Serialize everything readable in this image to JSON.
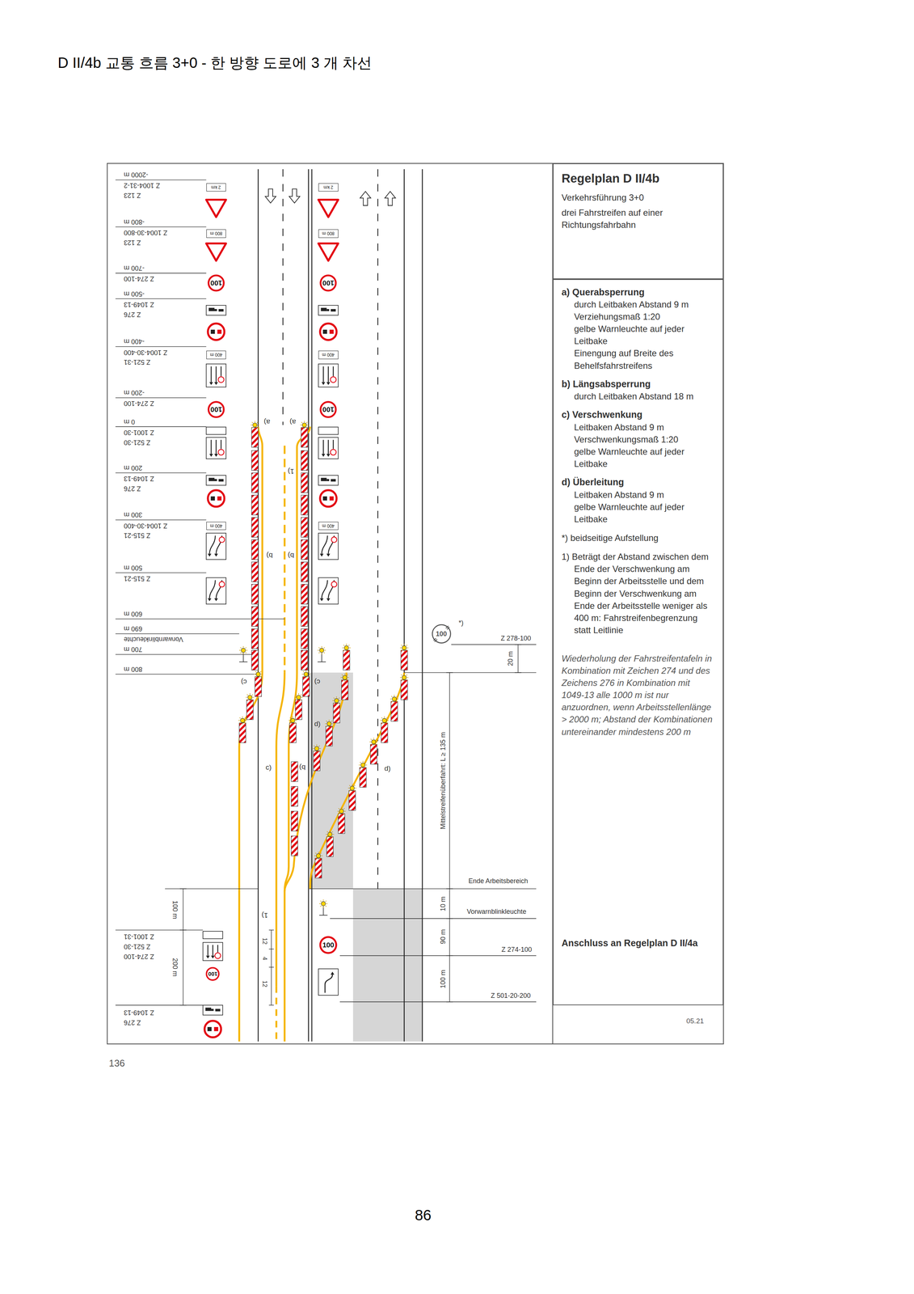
{
  "diagram": {
    "title": "D II/4b 교통 흐름 3+0 - 한 방향 도로에 3 개 차선",
    "nodes": [
      {
        "text": [
          "Regelplan D II/4b",
          "Verkehrsführung 3+0",
          "drei Fahrstreifen auf einer Richtungsfahrbahn"
        ]
      },
      {
        "text": [
          "a) Querabsperrung",
          "durch Leitbaken Abstand 9 m",
          "Verziehungsmaß 1:20",
          "gelbe Warnleuchte auf jeder Leitbake",
          "Einengung auf Breite des Behelfsfahrstreifens",
          "b) Längsabsperrung",
          "durch Leitbaken Abstand 18 m",
          "c) Verschwenkung",
          "Leitbaken Abstand 9 m",
          "Verschwenkungsmaß 1:20",
          "gelbe Warnleuchte auf jeder Leitbake",
          "d) Überleitung",
          "Leitbaken Abstand 9 m",
          "gelbe Warnleuchte auf jeder Leitbake",
          "*) beidseitige Aufstellung",
          "1) Beträgt der Abstand zwischen dem Ende der Verschwenkung am Beginn der Arbeitsstelle und dem Beginn der Verschwenkung am Ende der Arbeitsstelle weniger als 400 m: Fahrstreifenbegrenzung statt Leitlinie",
          "Wiederholung der Fahrstreifentafeln in Kombination mit Zeichen 274 und des Zeichens 276 in Kombination mit 1049-13 alle 1000 m ist nur anzuordnen, wenn Arbeitsstellenlänge > 2000 m; Abstand der Kombinationen untereinander mindestens 200 m",
          "Anschluss an Regelplan D II/4a"
        ]
      },
      {
        "text": [
          "2 km"
        ]
      },
      {
        "text": [
          "2 km"
        ]
      },
      {
        "text": [
          "800 m"
        ]
      },
      {
        "text": [
          "800 m"
        ]
      },
      {
        "text": [
          "100"
        ]
      },
      {
        "text": [
          "100"
        ]
      },
      {
        "text": [
          "400 m"
        ]
      },
      {
        "text": [
          "400 m"
        ]
      },
      {
        "text": [
          "100"
        ]
      },
      {
        "text": [
          "100"
        ]
      },
      {
        "text": [
          "400 m"
        ]
      },
      {
        "text": [
          "400 m"
        ]
      },
      {
        "text": [
          "100"
        ]
      },
      {
        "text": [
          "100"
        ]
      },
      {
        "text": [
          "100"
        ]
      }
    ],
    "labels": [
      "-2000 m",
      "Z 1004-31-2",
      "Z 123",
      "-800 m",
      "Z 1004-30-800",
      "Z 123",
      "-700 m",
      "Z 274-100",
      "-500 m",
      "Z 1049-13",
      "Z 276",
      "-400 m",
      "Z 1004-30-400",
      "Z 521-31",
      "-200 m",
      "Z 274-100",
      "0 m",
      "Z 1001-30",
      "Z 521-30",
      "200 m",
      "Z 1049-13",
      "Z 276",
      "300 m",
      "Z 1004-30-400",
      "Z 515-21",
      "500 m",
      "Z 515-21",
      "600 m",
      "690 m",
      "Vorwarnblinkleuchte",
      "700 m",
      "800 m",
      "Z 278-100",
      "20 m",
      "Mittelstreifenüberfahrt: L ≥ 135 m",
      "Ende Arbeitsbereich",
      "10 m",
      "Vorwarnblinkleuchte",
      "90 m",
      "Z 274-100",
      "100 m",
      "Z 501-20-200",
      "*)",
      "Z 1001-31",
      "Z 521-30",
      "Z 274-100",
      "Z 1049-13",
      "Z 276",
      "100 m",
      "200 m",
      "12",
      "4",
      "12",
      "a)",
      "a)",
      "1)",
      "b)",
      "b)",
      "c)",
      "c)",
      "d)",
      "d)",
      "b)",
      "c)",
      "1)",
      "05.21",
      "136",
      "86"
    ]
  }
}
